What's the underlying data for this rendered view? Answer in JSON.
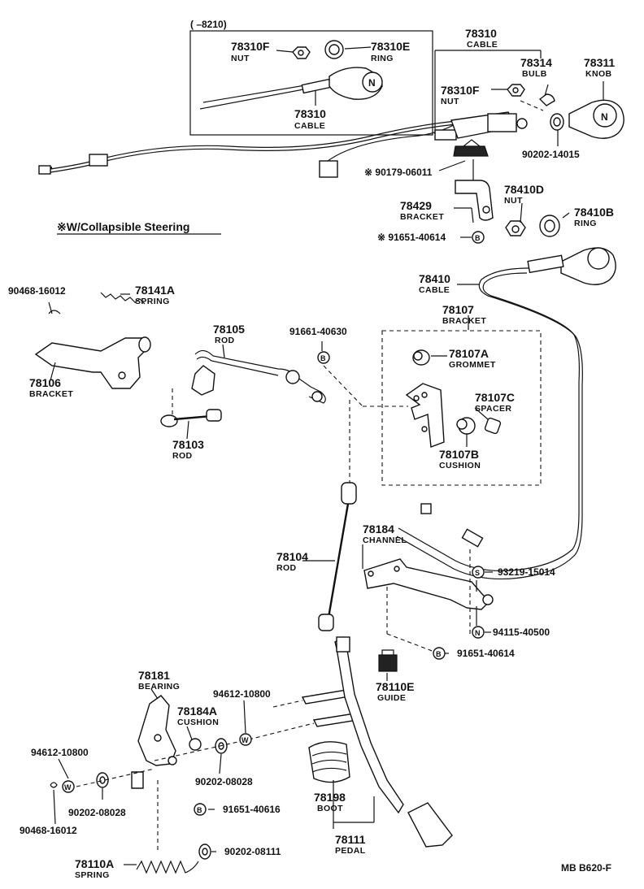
{
  "header": {
    "range_note": "(      –8210)"
  },
  "footer": {
    "code": "MB  B620-F"
  },
  "note": {
    "text": "※W/Collapsible   Steering"
  },
  "labels": {
    "p78310F_in": "78310F",
    "p78310F_in_name": "NUT",
    "p78310E": "78310E",
    "p78310E_name": "RING",
    "p78310_in": "78310",
    "p78310_in_name": "CABLE",
    "p78310_top": "78310",
    "p78310_top_name": "CABLE",
    "p78314": "78314",
    "p78314_name": "BULB",
    "p78311": "78311",
    "p78311_name": "KNOB",
    "p78310F_out": "78310F",
    "p78310F_out_name": "NUT",
    "p90202_14015": "90202-14015",
    "p90179_06011": "※ 90179-06011",
    "p78410D": "78410D",
    "p78410D_name": "NUT",
    "p78429": "78429",
    "p78429_name": "BRACKET",
    "p78410B": "78410B",
    "p78410B_name": "RING",
    "p91651_40614_a": "※ 91651-40614",
    "p78410": "78410",
    "p78410_name": "CABLE",
    "p90468_16012_a": "90468-16012",
    "p78141A": "78141A",
    "p78141A_name": "SPRING",
    "p78105": "78105",
    "p78105_name": "ROD",
    "p91661_40630": "91661-40630",
    "p78107": "78107",
    "p78107_name": "BRACKET",
    "p78107A": "78107A",
    "p78107A_name": "GROMMET",
    "p78106": "78106",
    "p78106_name": "BRACKET",
    "p78107C": "78107C",
    "p78107C_name": "SPACER",
    "p78103": "78103",
    "p78103_name": "ROD",
    "p78107B": "78107B",
    "p78107B_name": "CUSHION",
    "p78104": "78104",
    "p78104_name": "ROD",
    "p78184": "78184",
    "p78184_name": "CHANNEL",
    "p93219_15014": "93219-15014",
    "p94115_40500": "94115-40500",
    "p91651_40614_b": "91651-40614",
    "p78110E": "78110E",
    "p78110E_name": "GUIDE",
    "p78181": "78181",
    "p78181_name": "BEARING",
    "p94612_10800_a": "94612-10800",
    "p78184A": "78184A",
    "p78184A_name": "CUSHION",
    "p94612_10800_b": "94612-10800",
    "p90202_08028_a": "90202-08028",
    "p90202_08028_b": "90202-08028",
    "p91651_40616": "91651-40616",
    "p90468_16012_b": "90468-16012",
    "p78198": "78198",
    "p78198_name": "BOOT",
    "p78111": "78111",
    "p78111_name": "PEDAL",
    "p78110A": "78110A",
    "p78110A_name": "SPRING",
    "p90202_08111": "90202-08111"
  },
  "markers": {
    "b": "B",
    "s": "S",
    "n": "N",
    "w": "W",
    "knob_letter": "N"
  }
}
